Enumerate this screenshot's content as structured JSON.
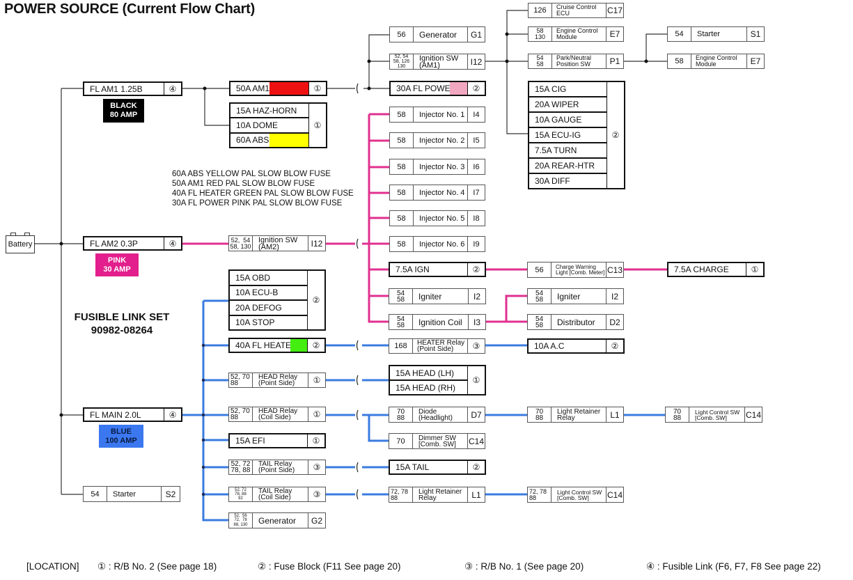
{
  "title": "POWER SOURCE (Current Flow Chart)",
  "colors": {
    "black_wire": "#333333",
    "pink_wire": "#e0308f",
    "blue_wire": "#3a7be0",
    "red_fuse": "#ee1111",
    "pink_fuse": "#f2a7c0",
    "yellow_fuse": "#ffff00",
    "green_fuse": "#44ee11",
    "black_tag": "#000000",
    "pink_tag": "#e21f8c",
    "blue_tag": "#3b78f0"
  },
  "battery": {
    "label": "Battery"
  },
  "fusible_links": [
    {
      "name": "FL AM1 1.25B",
      "loc": "④",
      "tag": [
        "BLACK",
        "80 AMP"
      ]
    },
    {
      "name": "FL AM2 0.3P",
      "loc": "④",
      "tag": [
        "PINK",
        "30 AMP"
      ]
    },
    {
      "name": "FL MAIN 2.0L",
      "loc": "④",
      "tag": [
        "BLUE",
        "100 AMP"
      ]
    }
  ],
  "fusible_link_set": {
    "line1": "FUSIBLE LINK SET",
    "line2": "90982-08264"
  },
  "fuse_notes": [
    "60A ABS YELLOW PAL SLOW BLOW FUSE",
    "50A AM1 RED PAL SLOW BLOW FUSE",
    "40A FL HEATER GREEN PAL SLOW BLOW FUSE",
    "30A FL POWER PINK PAL SLOW BLOW FUSE"
  ],
  "fuses": {
    "am1": {
      "name": "50A AM1",
      "loc": "①"
    },
    "fl_power": {
      "name": "30A FL POWER",
      "loc": "②"
    },
    "ign": {
      "name": "7.5A IGN",
      "loc": "②"
    },
    "charge": {
      "name": "7.5A CHARGE",
      "loc": "①"
    },
    "fl_heater": {
      "name": "40A FL HEATER",
      "loc": "②"
    },
    "ac": {
      "name": "10A A.C",
      "loc": "②"
    },
    "efi": {
      "name": "15A EFI",
      "loc": "①"
    },
    "tail": {
      "name": "15A TAIL",
      "loc": "②"
    }
  },
  "stacks": {
    "rb2_top": {
      "rows": [
        "15A HAZ-HORN",
        "10A DOME",
        "60A ABS"
      ],
      "loc": "①"
    },
    "fuse_block_top": {
      "rows": [
        "15A CIG",
        "20A WIPER",
        "10A GAUGE",
        "15A ECU-IG",
        "7.5A TURN",
        "20A REAR-HTR",
        "30A DIFF"
      ],
      "loc": "②"
    },
    "fuse_block_mid": {
      "rows": [
        "15A OBD",
        "10A ECU-B",
        "20A DEFOG",
        "10A STOP"
      ],
      "loc": "②"
    },
    "head": {
      "rows": [
        "15A HEAD (LH)",
        "15A HEAD (RH)"
      ],
      "loc": "①"
    }
  },
  "components": {
    "generator_g1": {
      "pages": "56",
      "name": "Generator",
      "code": "G1"
    },
    "ign_sw_am1": {
      "pages": "52, 54\n58, 126\n130",
      "name": "Ignition SW\n(AM1)",
      "code": "I12"
    },
    "cruise_ecu": {
      "pages": "126",
      "name": "Cruise Control\nECU",
      "code": "C17"
    },
    "ecm_e7_a": {
      "pages": "58\n130",
      "name": "Engine Control\nModule",
      "code": "E7"
    },
    "park_neutral": {
      "pages": "54\n58",
      "name": "Park/Neutral\nPosition SW",
      "code": "P1"
    },
    "starter_s1": {
      "pages": "54",
      "name": "Starter",
      "code": "S1"
    },
    "ecm_e7_b": {
      "pages": "58",
      "name": "Engine Control\nModule",
      "code": "E7"
    },
    "injector1": {
      "pages": "58",
      "name": "Injector No. 1",
      "code": "I4"
    },
    "injector2": {
      "pages": "58",
      "name": "Injector No. 2",
      "code": "I5"
    },
    "injector3": {
      "pages": "58",
      "name": "Injector No. 3",
      "code": "I6"
    },
    "injector4": {
      "pages": "58",
      "name": "Injector No. 4",
      "code": "I7"
    },
    "injector5": {
      "pages": "58",
      "name": "Injector No. 5",
      "code": "I8"
    },
    "injector6": {
      "pages": "58",
      "name": "Injector No. 6",
      "code": "I9"
    },
    "ign_sw_am2": {
      "pages": "52,  54\n58, 130",
      "name": "Ignition SW\n(AM2)",
      "code": "I12"
    },
    "charge_warning": {
      "pages": "56",
      "name": "Charge Warning\nLight [Comb. Meter]",
      "code": "C13"
    },
    "igniter_a": {
      "pages": "54\n58",
      "name": "Igniter",
      "code": "I2"
    },
    "ign_coil": {
      "pages": "54\n58",
      "name": "Ignition Coil",
      "code": "I3"
    },
    "igniter_b": {
      "pages": "54\n58",
      "name": "Igniter",
      "code": "I2"
    },
    "distributor": {
      "pages": "54\n58",
      "name": "Distributor",
      "code": "D2"
    },
    "heater_relay": {
      "pages": "168",
      "name": "HEATER Relay\n(Point Side)",
      "code": "③"
    },
    "head_relay_point": {
      "pages": "52, 70\n88",
      "name": "HEAD Relay\n(Point Side)",
      "code": "①"
    },
    "head_relay_coil": {
      "pages": "52, 70\n88",
      "name": "HEAD Relay\n(Coil Side)",
      "code": "①"
    },
    "diode": {
      "pages": "70\n88",
      "name": "Diode\n(Headlight)",
      "code": "D7"
    },
    "dimmer_sw": {
      "pages": "70",
      "name": "Dimmer SW\n[Comb. SW]",
      "code": "C14"
    },
    "light_retainer_a": {
      "pages": "70\n88",
      "name": "Light Retainer\nRelay",
      "code": "L1"
    },
    "light_control_a": {
      "pages": "70\n88",
      "name": "Light Control SW\n[Comb. SW]",
      "code": "C14"
    },
    "tail_relay_point": {
      "pages": "52, 72\n78, 88",
      "name": "TAIL Relay\n(Point Side)",
      "code": "③"
    },
    "tail_relay_coil": {
      "pages": "52, 72\n78, 88\n92",
      "name": "TAIL Relay\n(Coil Side)",
      "code": "③"
    },
    "light_retainer_b": {
      "pages": "72, 78\n88",
      "name": "Light Retainer\nRelay",
      "code": "L1"
    },
    "light_control_b": {
      "pages": "72, 78\n88",
      "name": "Light Control SW\n[Comb. SW]",
      "code": "C14"
    },
    "generator_g2": {
      "pages": "52,  56\n72,  78\n88, 130",
      "name": "Generator",
      "code": "G2"
    },
    "starter_s2": {
      "pages": "54",
      "name": "Starter",
      "code": "S2"
    }
  },
  "legend": {
    "prefix": "[LOCATION]",
    "items": [
      "①  : R/B No. 2 (See page 18)",
      "②  : Fuse Block (F11 See page 20)",
      "③  : R/B No. 1 (See page 20)",
      "④  : Fusible Link (F6, F7, F8 See page 22)"
    ]
  }
}
